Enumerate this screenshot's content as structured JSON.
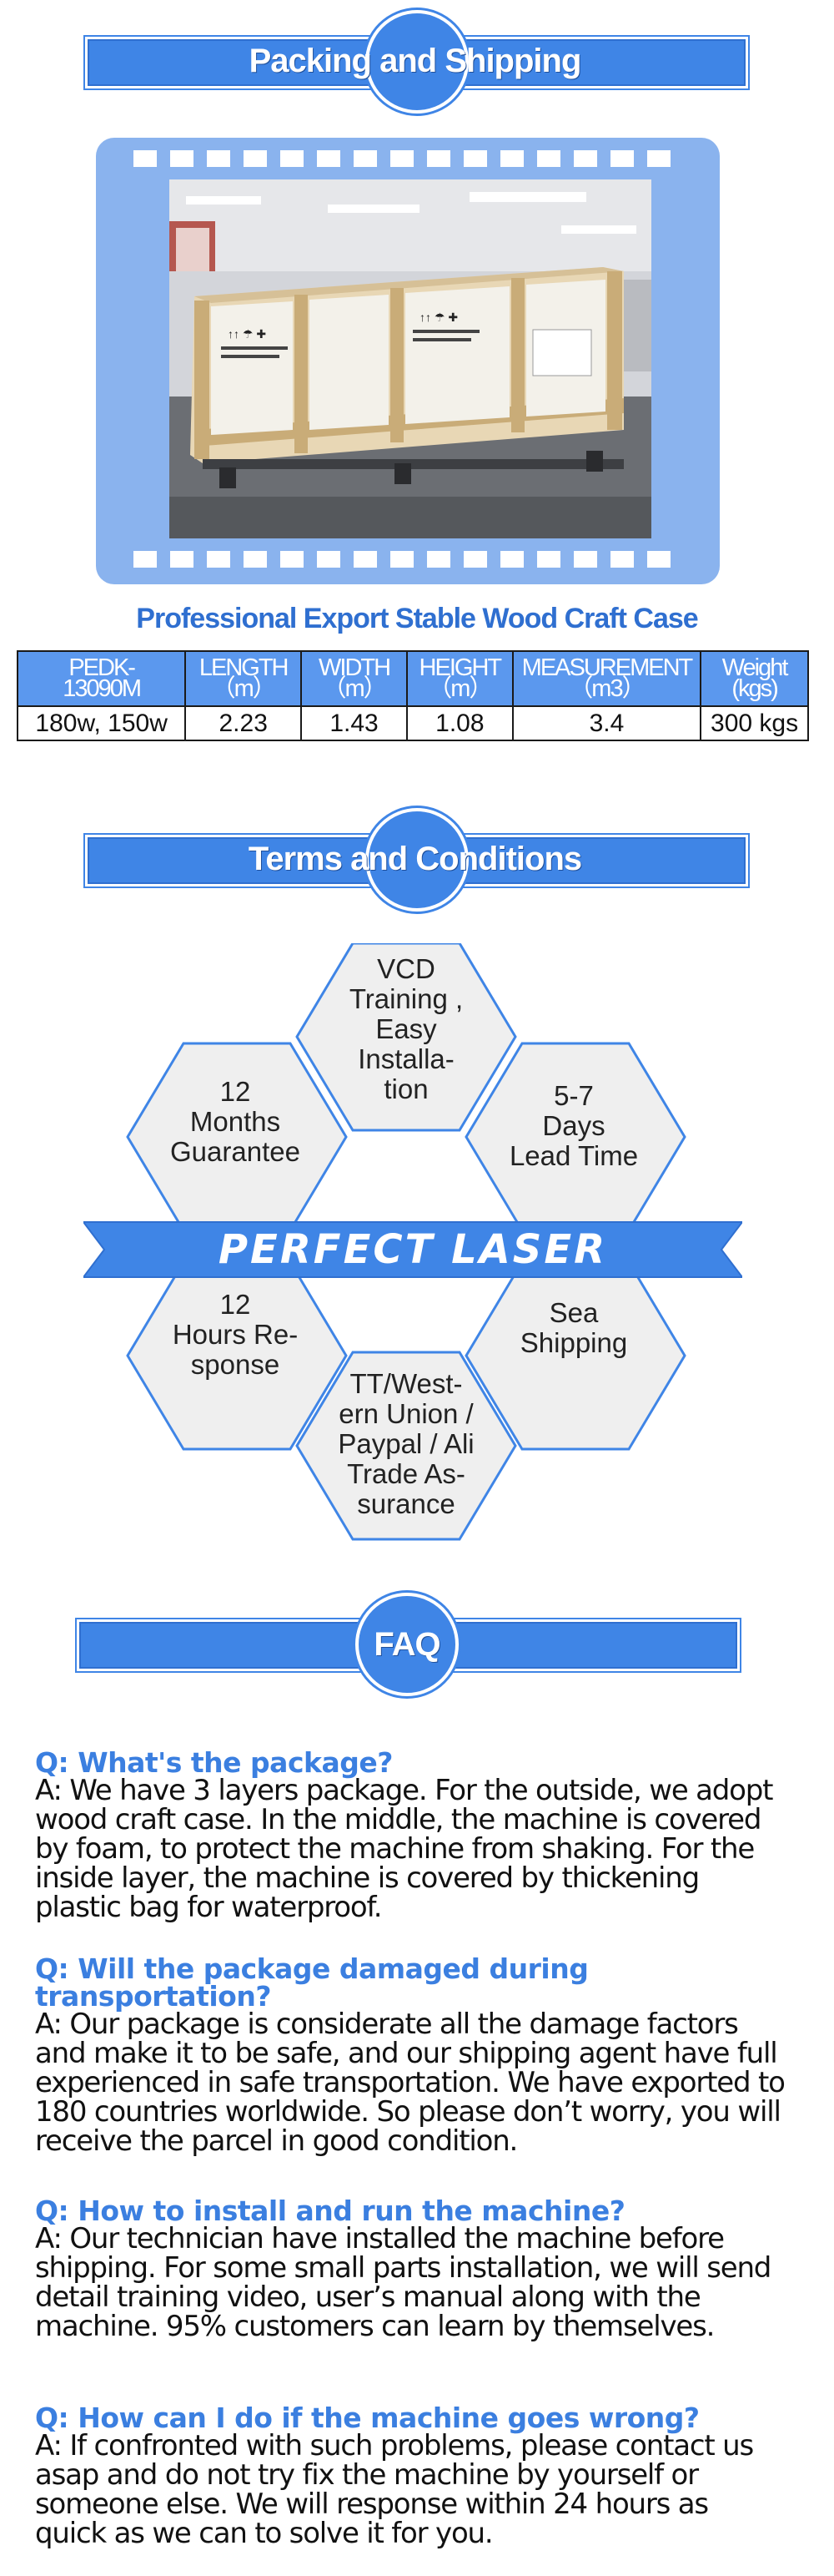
{
  "sections": {
    "packing_title": "Packing and Shipping",
    "terms_title": "Terms and Conditions",
    "faq_title": "FAQ"
  },
  "packing": {
    "subtitle": "Professional Export Stable Wood Craft Case",
    "photo_icon": "wooden-crate-photo"
  },
  "spec_table": {
    "headers": [
      "PEDK-\n13090M",
      "LENGTH\n（m）",
      "WIDTH\n（m）",
      "HEIGHT\n（m）",
      "MEASUREMENT\n（m3）",
      "Weight\n(kgs)"
    ],
    "row": [
      "180w, 150w",
      "2.23",
      "1.43",
      "1.08",
      "3.4",
      "300 kgs"
    ]
  },
  "terms": {
    "brand": "PERFECT LASER",
    "items": [
      "VCD\nTraining ,\nEasy Installa-\ntion",
      "12\nMonths\nGuarantee",
      "5-7\nDays\nLead Time",
      "12\nHours Re-\nsponse",
      "Sea\nShipping",
      "TT/West-\nern Union /\nPaypal / Ali\nTrade As-\nsurance"
    ]
  },
  "faq": [
    {
      "q": "Q: What's the package?",
      "a": "A: We have 3 layers package. For the outside, we adopt wood craft case. In the middle, the machine is covered by foam, to protect the machine from shaking. For the inside layer, the machine is covered by thickening plastic bag for waterproof."
    },
    {
      "q": "Q: Will the package damaged during transportation?",
      "a": "A: Our package is considerate all the damage factors and make it to be safe, and our shipping agent have full experienced in safe transportation. We have exported to 180 countries worldwide. So please don’t worry, you will receive the parcel in good condition."
    },
    {
      "q": "Q: How to install and run the machine?",
      "a": "A: Our technician have installed the machine before shipping. For some small parts installation, we will send detail training video, user’s manual along with the machine. 95% customers can learn by themselves."
    },
    {
      "q": "Q: How can I do if the machine goes wrong?",
      "a": "A: If confronted with such problems, please contact us asap and do not try fix the machine by yourself or someone else. We will response within 24 hours as quick as we can to solve it for you."
    }
  ],
  "colors": {
    "accent": "#3f85e6",
    "header_cell": "#5b98ee",
    "hex_fill": "#efefef",
    "hex_stroke": "#3f85e6"
  }
}
